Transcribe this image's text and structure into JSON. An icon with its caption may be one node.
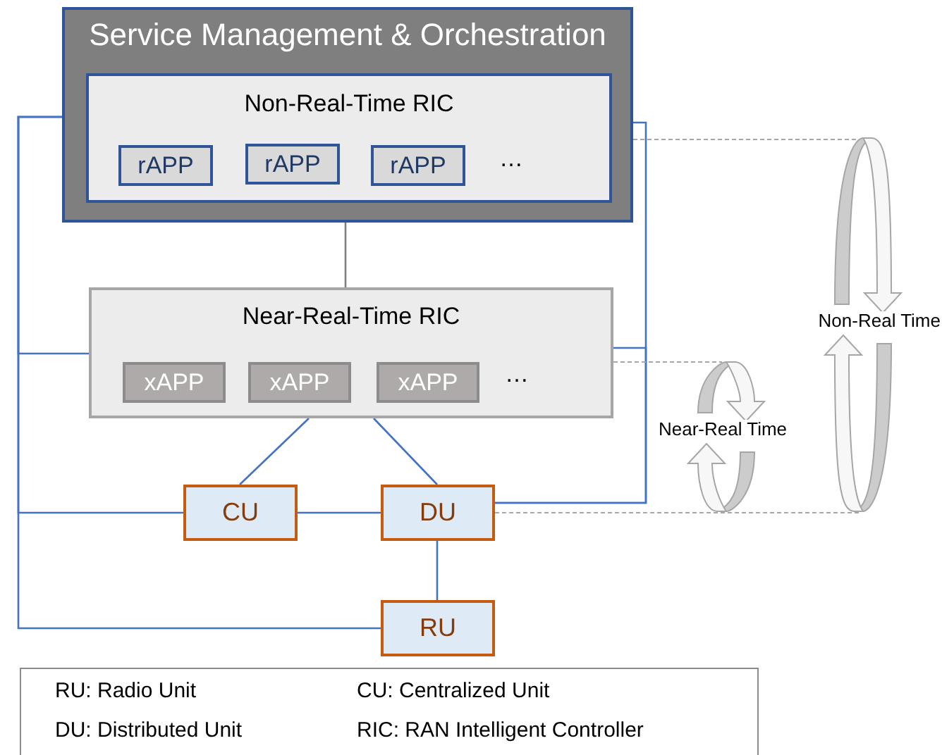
{
  "diagram": {
    "nodes": [
      {
        "text": [
          "Service Management & Orchestration"
        ]
      },
      {
        "text": [
          "Non-Real-Time RIC",
          "…"
        ],
        "in": 0
      },
      {
        "text": [
          "rAPP"
        ],
        "in": 1
      },
      {
        "text": [
          "rAPP"
        ],
        "in": 1
      },
      {
        "text": [
          "rAPP"
        ],
        "in": 1
      },
      {
        "text": [
          "Near-Real-Time RIC",
          "…"
        ]
      },
      {
        "text": [
          "xAPP"
        ],
        "in": 5
      },
      {
        "text": [
          "xAPP"
        ],
        "in": 5
      },
      {
        "text": [
          "xAPP"
        ],
        "in": 5
      },
      {
        "text": [
          "CU"
        ]
      },
      {
        "text": [
          "DU"
        ]
      },
      {
        "text": [
          "RU"
        ]
      },
      {
        "text": [
          "RU: Radio Unit",
          "CU: Centralized Unit",
          "DU: Distributed Unit",
          "RIC: RAN Intelligent Controller"
        ]
      }
    ],
    "edges": [
      {
        "from": 1,
        "to": 5,
        "arrow": "none",
        "color": "#7f7f7f"
      },
      {
        "from": 0,
        "to": 5,
        "arrow": "none"
      },
      {
        "from": 0,
        "to": 9,
        "arrow": "none"
      },
      {
        "from": 0,
        "to": 11,
        "arrow": "none"
      },
      {
        "from": 0,
        "to": 10,
        "arrow": "none"
      },
      {
        "from": 5,
        "to": 10,
        "arrow": "none"
      },
      {
        "from": 5,
        "to": 9,
        "arrow": "none"
      },
      {
        "from": 5,
        "to": 10,
        "arrow": "none"
      },
      {
        "from": 9,
        "to": 10,
        "arrow": "none"
      },
      {
        "from": 10,
        "to": 11,
        "arrow": "none"
      }
    ],
    "labels": [
      "Non-Real Time",
      "Near-Real Time"
    ]
  }
}
